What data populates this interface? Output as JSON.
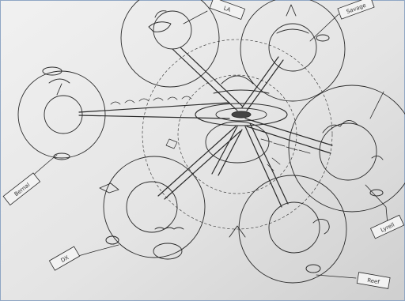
{
  "labels": {
    "tag_top": "LA",
    "tag_top_right": "Savage",
    "tag_left": "Bernal",
    "tag_bottom_left": "DX",
    "tag_right": "Lyrell",
    "tag_bottom_right": "Reef"
  },
  "colors": {
    "paper": "#e9e9e9",
    "ink": "#2a2a2a",
    "shade": "#555555",
    "frame_border": "#8fa6c4"
  }
}
